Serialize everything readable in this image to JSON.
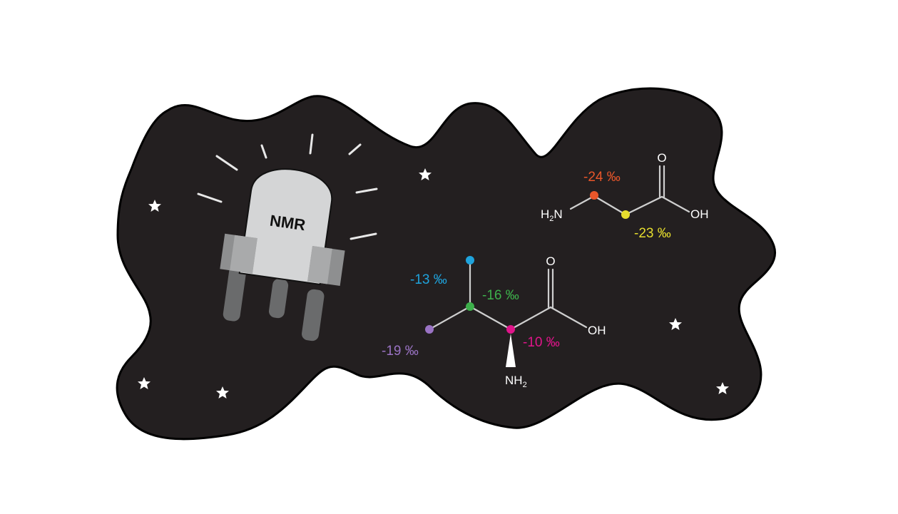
{
  "figure": {
    "background_color": "#ffffff",
    "blob_color": "#231f20",
    "instrument": {
      "label": "NMR",
      "body_color": "#d4d5d6",
      "collar_color": "#8e8f90",
      "collar_highlight": "#a9aaab",
      "leg_color": "#6a6b6c"
    },
    "molecule_glycine": {
      "atoms": {
        "amine": "H",
        "amine_sub": "2",
        "amine_n": "N",
        "carbonyl_o": "O",
        "hydroxyl": "OH"
      },
      "labels": [
        {
          "id": "c-alpha",
          "text": "-24 ‰",
          "color": "#e8562a"
        },
        {
          "id": "c-carboxyl",
          "text": "-23 ‰",
          "color": "#e6dd2e"
        }
      ]
    },
    "molecule_valine": {
      "atoms": {
        "carbonyl_o": "O",
        "hydroxyl": "OH",
        "amine_n": "NH",
        "amine_sub": "2"
      },
      "labels": [
        {
          "id": "c-methyl-top",
          "text": "-13 ‰",
          "color": "#1fa3dc"
        },
        {
          "id": "c-beta",
          "text": "-16 ‰",
          "color": "#3db04b"
        },
        {
          "id": "c-methyl-left",
          "text": "-19 ‰",
          "color": "#9a73c4"
        },
        {
          "id": "c-alpha",
          "text": "-10 ‰",
          "color": "#e0158a"
        }
      ]
    },
    "stars": 6
  }
}
